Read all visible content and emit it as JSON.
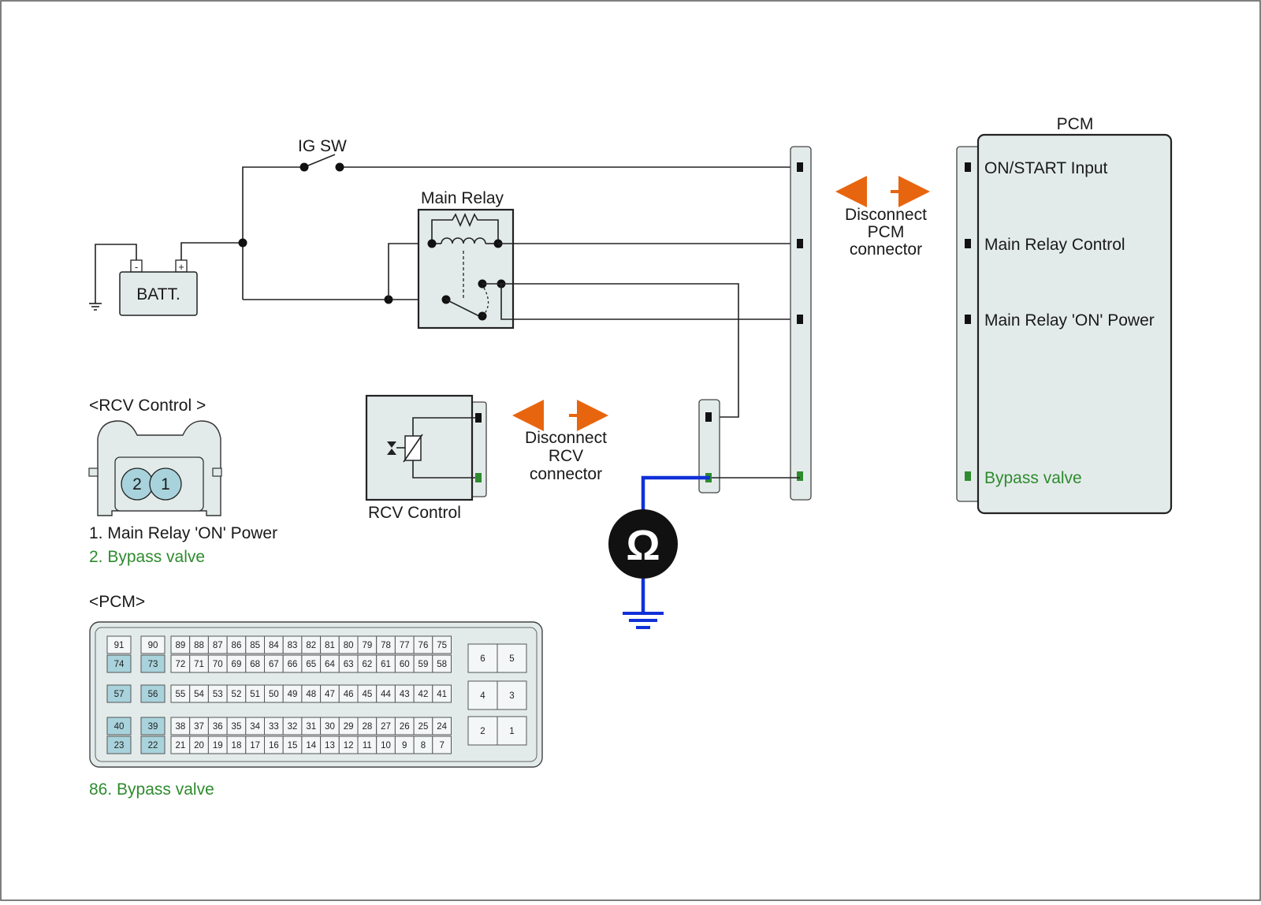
{
  "ig_sw": "IG SW",
  "main_relay": "Main Relay",
  "batt": "BATT.",
  "batt_neg": "-",
  "batt_pos": "+",
  "rcv_control_header": "<RCV Control >",
  "rcv_pins": [
    "2",
    "1"
  ],
  "rcv_legend": [
    "1. Main Relay 'ON' Power",
    "2. Bypass valve"
  ],
  "rcv_control_box": "RCV Control",
  "disconnect_rcv": [
    "Disconnect",
    "RCV",
    "connector"
  ],
  "disconnect_pcm": [
    "Disconnect",
    "PCM",
    "connector"
  ],
  "pcm_title": "PCM",
  "pcm_pins": [
    "ON/START Input",
    "Main Relay Control",
    "Main Relay 'ON' Power",
    "Bypass valve"
  ],
  "ohm_symbol": "Ω",
  "pcm_header": "<PCM>",
  "pcm_legend": "86. Bypass valve",
  "pcm_connector": {
    "left_top": [
      "91",
      "74"
    ],
    "left_mid": [
      "57"
    ],
    "left_bot": [
      "40",
      "23"
    ],
    "left2_top": [
      "90",
      "73"
    ],
    "left2_mid": [
      "56"
    ],
    "left2_bot": [
      "39",
      "22"
    ],
    "row1": [
      "89",
      "88",
      "87",
      "86",
      "85",
      "84",
      "83",
      "82",
      "81",
      "80",
      "79",
      "78",
      "77",
      "76",
      "75"
    ],
    "row2": [
      "72",
      "71",
      "70",
      "69",
      "68",
      "67",
      "66",
      "65",
      "64",
      "63",
      "62",
      "61",
      "60",
      "59",
      "58"
    ],
    "row3": [
      "55",
      "54",
      "53",
      "52",
      "51",
      "50",
      "49",
      "48",
      "47",
      "46",
      "45",
      "44",
      "43",
      "42",
      "41"
    ],
    "row4": [
      "38",
      "37",
      "36",
      "35",
      "34",
      "33",
      "32",
      "31",
      "30",
      "29",
      "28",
      "27",
      "26",
      "25",
      "24"
    ],
    "row5": [
      "21",
      "20",
      "19",
      "18",
      "17",
      "16",
      "15",
      "14",
      "13",
      "12",
      "11",
      "10",
      "9",
      "8",
      "7"
    ],
    "right": [
      [
        "6",
        "5"
      ],
      [
        "4",
        "3"
      ],
      [
        "2",
        "1"
      ]
    ]
  },
  "colors": {
    "green": "#2e8b2e",
    "orange": "#e8650f",
    "blue": "#1030d8",
    "panel": "#e3ebea",
    "teal": "#a9d3dc"
  }
}
